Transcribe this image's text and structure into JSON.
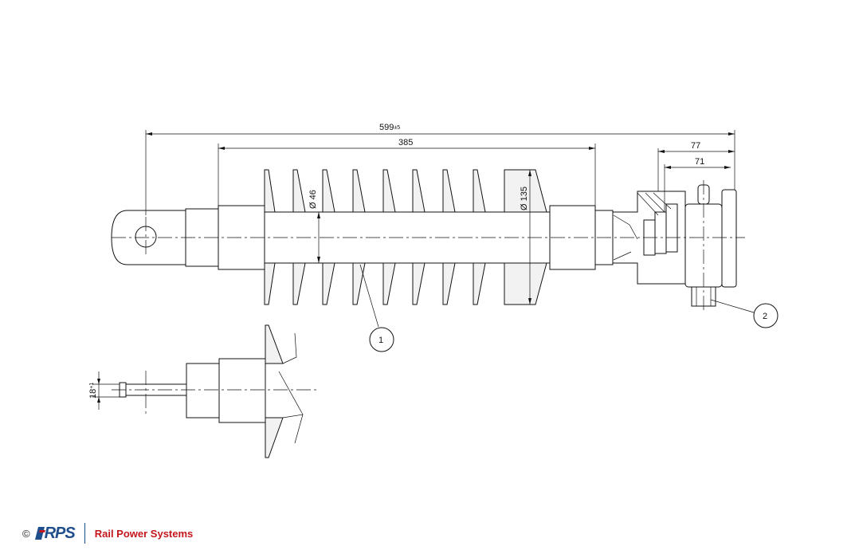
{
  "dimensions": {
    "overall_length": "599",
    "overall_tolerance": "±5",
    "insulating_length": "385",
    "end_77": "77",
    "end_71": "71",
    "core_diameter": "Ø 46",
    "shed_diameter": "Ø 135",
    "stud_diameter": "18",
    "stud_tolerance": "+1"
  },
  "callouts": {
    "item_1": "1",
    "item_2": "2"
  },
  "footer": {
    "copyright": "©",
    "logo": "RPS",
    "company": "Rail Power Systems"
  },
  "colors": {
    "logo_blue": "#1f4e8c",
    "company_red": "#c4161c"
  }
}
